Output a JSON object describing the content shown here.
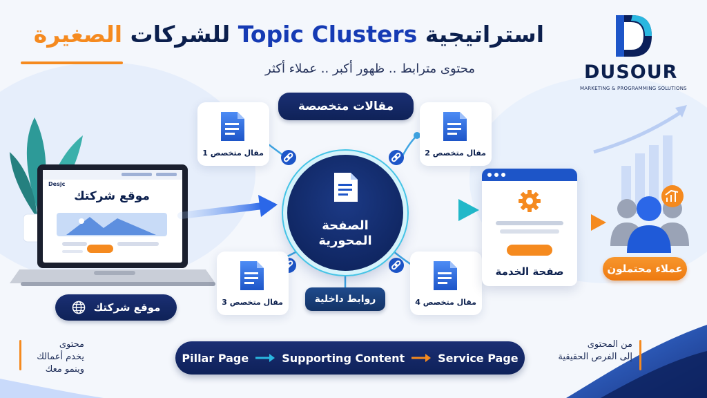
{
  "header": {
    "title_part1": "استراتيجية",
    "title_part2": "Topic Clusters",
    "title_part3": "للشركات الصغيرة",
    "subtitle": "محتوى مترابط .. ظهور أكبر .. عملاء أكثر"
  },
  "logo": {
    "letter": "D",
    "name": "DUSOUR",
    "tagline": "MARKETING & PROGRAMMING SOLUTIONS"
  },
  "diagram": {
    "specialized_articles_label": "مقالات متخصصة",
    "articles": [
      {
        "label": "مقال متخصص 1"
      },
      {
        "label": "مقال متخصص 2"
      },
      {
        "label": "مقال متخصص 3"
      },
      {
        "label": "مقال متخصص 4"
      }
    ],
    "pillar_label_line1": "الصفحة",
    "pillar_label_line2": "المحورية",
    "internal_links_label": "روابط داخلية",
    "website_label": "موقع شركتك",
    "laptop_screen_text": "موقع شركتك",
    "laptop_brand": "Desjc",
    "service_page_label": "صفحة الخدمة",
    "customers_label": "عملاء محتملون"
  },
  "flow": {
    "step1": "Pillar Page",
    "step2": "Supporting Content",
    "step3": "Service Page"
  },
  "notes": {
    "left_line1": "محتوى",
    "left_line2": "يخدم أعمالك",
    "left_line3": "وينمو معك",
    "right_line1": "من المحتوى",
    "right_line2": "إلى الفرص الحقيقية"
  },
  "colors": {
    "navy": "#0b1f4d",
    "blue": "#163bb4",
    "cyan": "#2ab7e0",
    "orange": "#f58a1f"
  }
}
